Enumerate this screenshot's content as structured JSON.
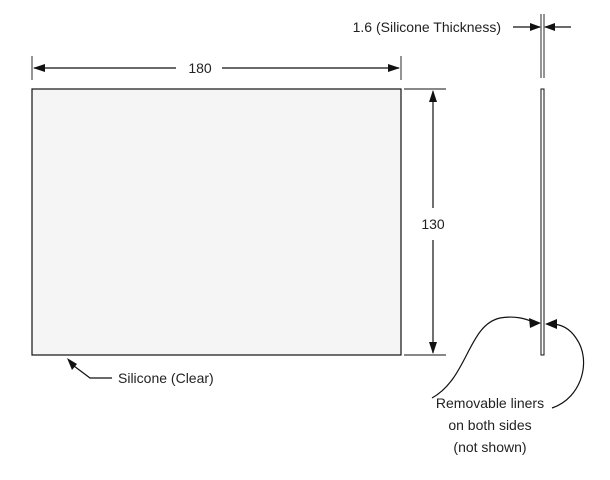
{
  "drawing": {
    "dimension_width": "180",
    "dimension_height": "130",
    "dimension_thickness": "1.6 (Silicone Thickness)",
    "material_label": "Silicone (Clear)",
    "note_lines": [
      "Removable liners",
      "on both sides",
      "(not shown)"
    ],
    "sheet_fill": "#f5f5f5"
  }
}
